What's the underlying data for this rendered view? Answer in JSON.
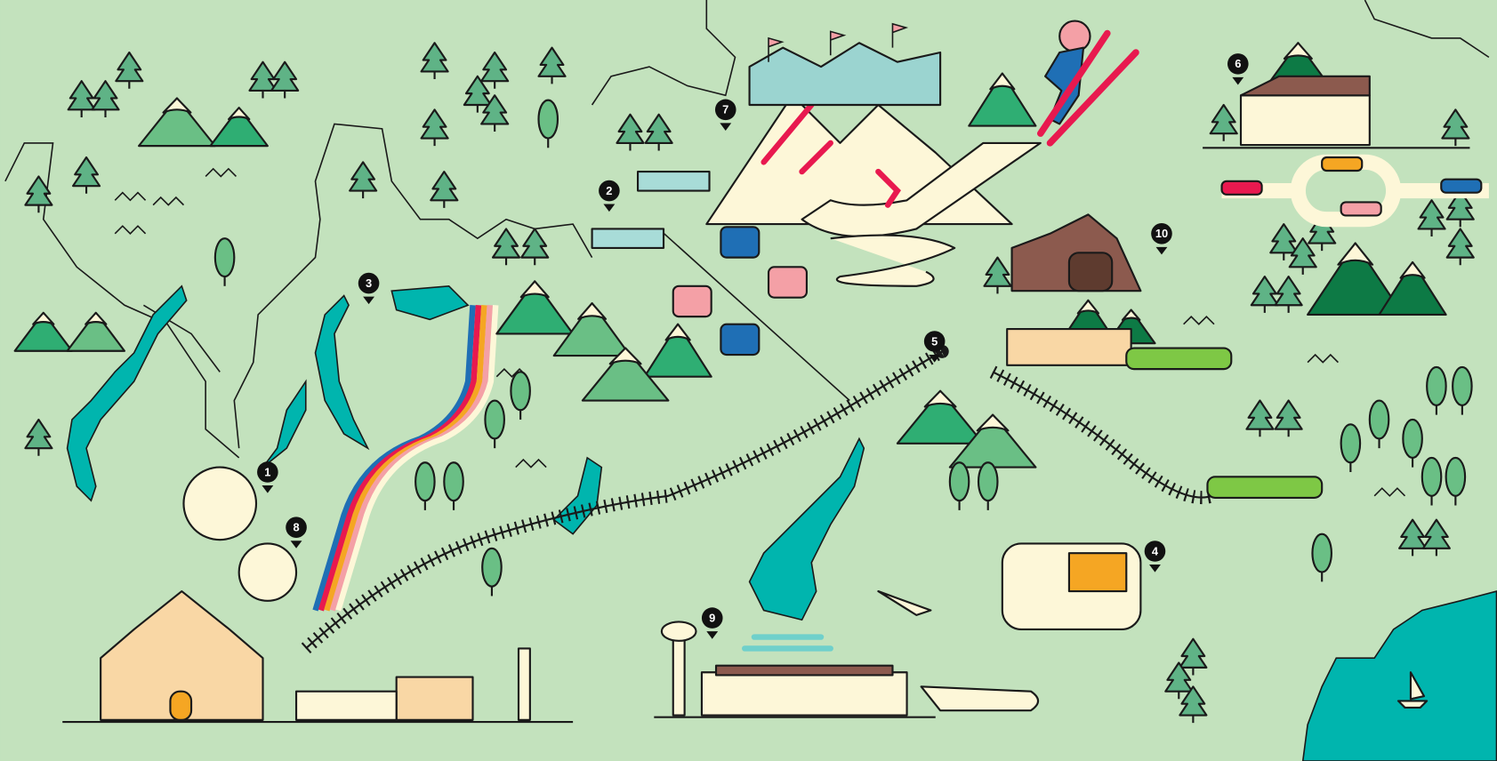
{
  "map": {
    "markers": [
      {
        "label": "1",
        "feature": "colored-cables"
      },
      {
        "label": "2",
        "feature": "ski-lift-station-lower"
      },
      {
        "label": "3",
        "feature": "cycling-route"
      },
      {
        "label": "4",
        "feature": "stadium"
      },
      {
        "label": "5",
        "feature": "railway-station"
      },
      {
        "label": "6",
        "feature": "mountain-chalet"
      },
      {
        "label": "7",
        "feature": "ski-jump-arena"
      },
      {
        "label": "8",
        "feature": "cable-connector"
      },
      {
        "label": "9",
        "feature": "airport"
      },
      {
        "label": "10",
        "feature": "road-tunnel"
      }
    ],
    "colors": {
      "background": "#c3e2bd",
      "water": "#00b5ae",
      "cream": "#fdf7d8",
      "mountain_light": "#6abf85",
      "mountain_mid": "#2fae73",
      "mountain_dark": "#0d7a45",
      "outline": "#1a1a1a",
      "accent_red": "#e8194f",
      "accent_pink": "#f4a0a6",
      "accent_blue": "#1f6fb5",
      "accent_orange": "#f5a623",
      "brick": "#8c5a4e"
    }
  }
}
